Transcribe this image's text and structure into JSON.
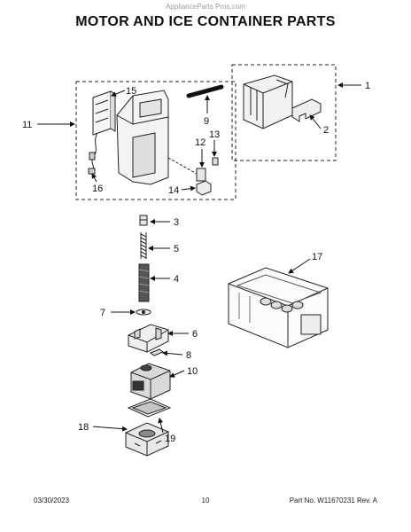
{
  "watermark": "ApplianceParts Pros.com",
  "title": "MOTOR AND ICE CONTAINER PARTS",
  "footer": {
    "date": "03/30/2023",
    "page": "10",
    "part_no": "Part No. W11670231  Rev. A"
  },
  "callouts": [
    "1",
    "2",
    "3",
    "4",
    "5",
    "6",
    "7",
    "8",
    "9",
    "10",
    "11",
    "12",
    "13",
    "14",
    "15",
    "16",
    "17",
    "18",
    "19"
  ]
}
